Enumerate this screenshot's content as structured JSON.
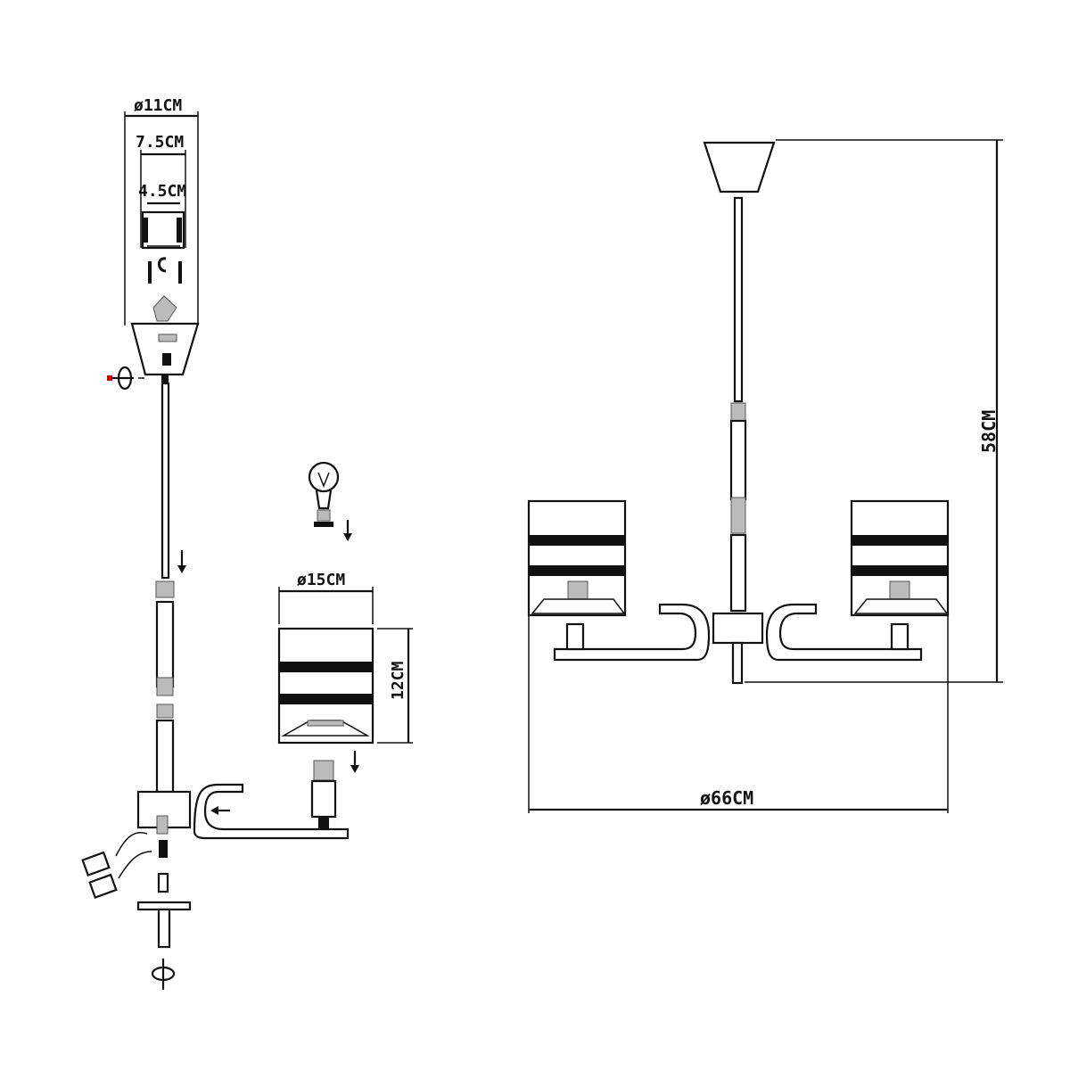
{
  "dimensions": {
    "canopy_diameter": "ø11CM",
    "bracket_width": "7.5CM",
    "bracket_inner": "4.5CM",
    "shade_diameter": "ø15CM",
    "shade_height": "12CM",
    "total_height": "58CM",
    "total_width": "ø66CM"
  }
}
